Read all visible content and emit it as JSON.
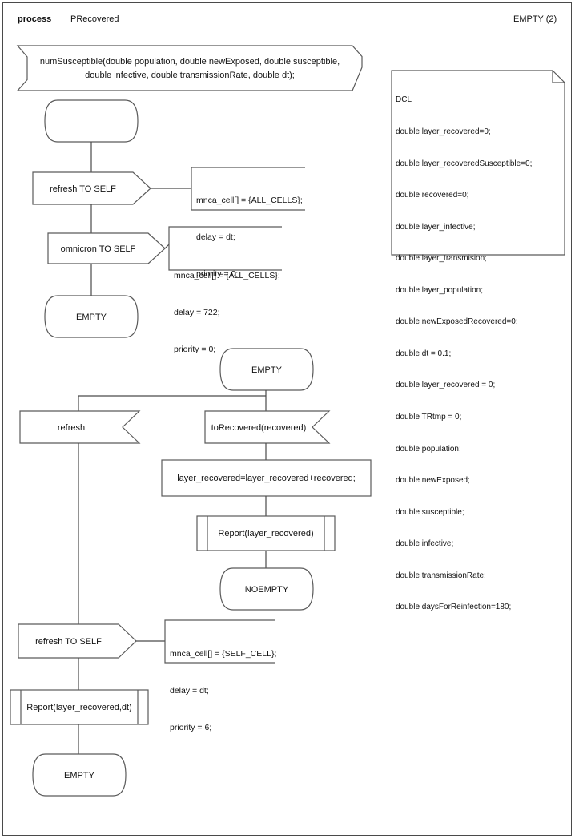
{
  "page": {
    "title_keyword": "process",
    "title_name": "PRecovered",
    "corner_label": "EMPTY (2)"
  },
  "procedure_header": {
    "line1": "numSusceptible(double population, double newExposed, double susceptible,",
    "line2": "double infective, double transmissionRate, double dt);"
  },
  "dcl": {
    "title": "DCL",
    "lines": [
      "double layer_recovered=0;",
      "double layer_recoveredSusceptible=0;",
      "double recovered=0;",
      "double layer_infective;",
      "double layer_transmision;",
      "double layer_population;",
      "double newExposedRecovered=0;",
      "double dt = 0.1;",
      "double layer_recovered = 0;",
      "double TRtmp = 0;",
      "double population;",
      "double newExposed;",
      "double susceptible;",
      "double infective;",
      "double transmissionRate;",
      "double daysForReinfection=180;"
    ]
  },
  "nodes": {
    "start_state": "",
    "output_refresh_self_1": "refresh TO SELF",
    "output_omnicron_self": "omnicron TO SELF",
    "state_empty_1": "EMPTY",
    "state_empty_2": "EMPTY",
    "input_refresh": "refresh",
    "input_torecovered": "toRecovered(recovered)",
    "task_layer_recovered": "layer_recovered=layer_recovered+recovered;",
    "call_report_1": "Report(layer_recovered)",
    "state_noempty": "NOEMPTY",
    "output_refresh_self_2": "refresh TO SELF",
    "call_report_2": "Report(layer_recovered,dt)",
    "state_empty_3": "EMPTY"
  },
  "comments": {
    "comment_1": [
      "mnca_cell[] = {ALL_CELLS};",
      "delay = dt;",
      "priority = 0;"
    ],
    "comment_2": [
      "mnca_cell[] = {ALL_CELLS};",
      "delay = 722;",
      "priority = 0;"
    ],
    "comment_3": [
      "mnca_cell[] = {SELF_CELL};",
      "delay = dt;",
      "priority = 6;"
    ]
  },
  "colors": {
    "stroke": "#5a5a5a",
    "text": "#111111",
    "background": "#ffffff"
  }
}
